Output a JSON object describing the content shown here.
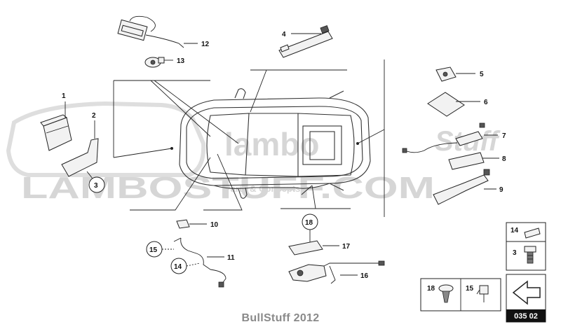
{
  "callouts": {
    "c1": "1",
    "c2": "2",
    "c3": "3",
    "c4": "4",
    "c5": "5",
    "c6": "6",
    "c7": "7",
    "c8": "8",
    "c9": "9",
    "c10": "10",
    "c11": "11",
    "c12": "12",
    "c13": "13",
    "c14": "14",
    "c15": "15",
    "c16": "16",
    "c17": "17",
    "c18": "18"
  },
  "circled_refs": {
    "left_bracket": "3",
    "harness_15": "15",
    "harness_14": "14",
    "sensor_18": "18"
  },
  "legend_boxes": {
    "box_a_top": "14",
    "box_a_bottom": "3",
    "box_b_left": "18",
    "box_b_right": "15"
  },
  "diagram_code": "035 02",
  "watermark": {
    "line1": "lambo",
    "line1_script": "Stuff",
    "line2": "LAMBOSTUFF.COM",
    "tagline": "Parts & Concepts"
  },
  "footer": "BullStuff 2012",
  "icons": {
    "nav_arrow": "left-arrow-icon"
  }
}
